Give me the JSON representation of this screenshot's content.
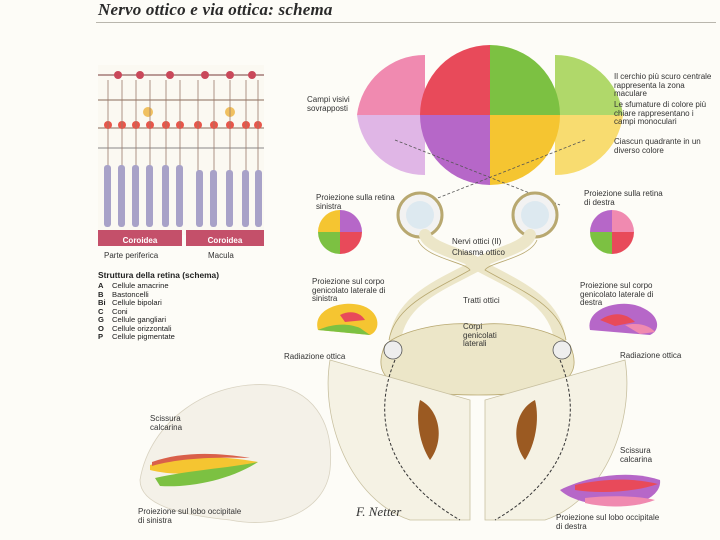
{
  "title": "Nervo ottico e via ottica: schema",
  "labels": {
    "campi_visivi": "Campi visivi sovrapposti",
    "cerchio_note": "Il cerchio più scuro centrale rappresenta la zona maculare",
    "sfumature_note": "Le sfumature di colore più chiare rappresentano i campi monoculari",
    "quadrante_note": "Ciascun quadrante in un diverso colore",
    "proiezione_retina_sx": "Proiezione sulla retina sinistra",
    "proiezione_retina_dx": "Proiezione sulla retina di destra",
    "nervi_ottici": "Nervi ottici (II)",
    "chiasma": "Chiasma ottico",
    "corpo_genicolato_sx": "Proiezione sul corpo genicolato laterale di sinistra",
    "corpo_genicolato_dx": "Proiezione sul corpo genicolato laterale di destra",
    "tratti_ottici": "Tratti ottici",
    "corpi_genicolati": "Corpi genicolati laterali",
    "radiazione_sx": "Radiazione ottica",
    "radiazione_dx": "Radiazione ottica",
    "scissura_sx": "Scissura calcarina",
    "scissura_dx": "Scissura calcarina",
    "lobo_sx": "Proiezione sul lobo occipitale di sinistra",
    "lobo_dx": "Proiezione sul lobo occipitale di destra",
    "coroidea_1": "Coroidea",
    "coroidea_2": "Coroidea",
    "parte_periferica": "Parte periferica",
    "macula": "Macula"
  },
  "legend": {
    "heading": "Struttura della retina (schema)",
    "items": [
      {
        "key": "A",
        "text": "Cellule amacrine"
      },
      {
        "key": "B",
        "text": "Bastoncelli"
      },
      {
        "key": "Bi",
        "text": "Cellule bipolari"
      },
      {
        "key": "C",
        "text": "Coni"
      },
      {
        "key": "G",
        "text": "Cellule gangliari"
      },
      {
        "key": "O",
        "text": "Cellule orizzontali"
      },
      {
        "key": "P",
        "text": "Cellule pigmentate"
      }
    ]
  },
  "colors": {
    "red": "#e84a5a",
    "pink": "#f08ab0",
    "green": "#7cc142",
    "yellow": "#f5c531",
    "purple": "#b667c8",
    "lavender": "#e0b6e6",
    "choroid": "#c4506a",
    "pathway": "#ece6c8"
  }
}
